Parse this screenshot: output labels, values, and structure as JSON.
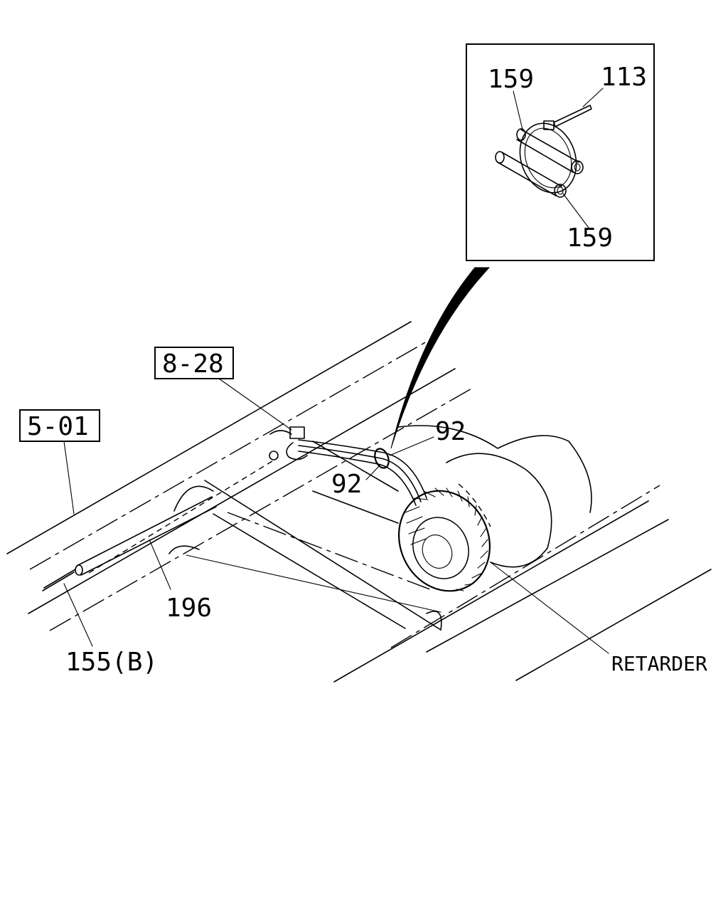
{
  "labels": {
    "ref_box_left": "5-01",
    "ref_box_mid": "8-28",
    "part_155b": "155(B)",
    "part_196": "196",
    "part_92_upper": "92",
    "part_92_lower": "92",
    "retarder": "RETARDER",
    "detail_159_top": "159",
    "detail_113": "113",
    "detail_159_bottom": "159"
  }
}
